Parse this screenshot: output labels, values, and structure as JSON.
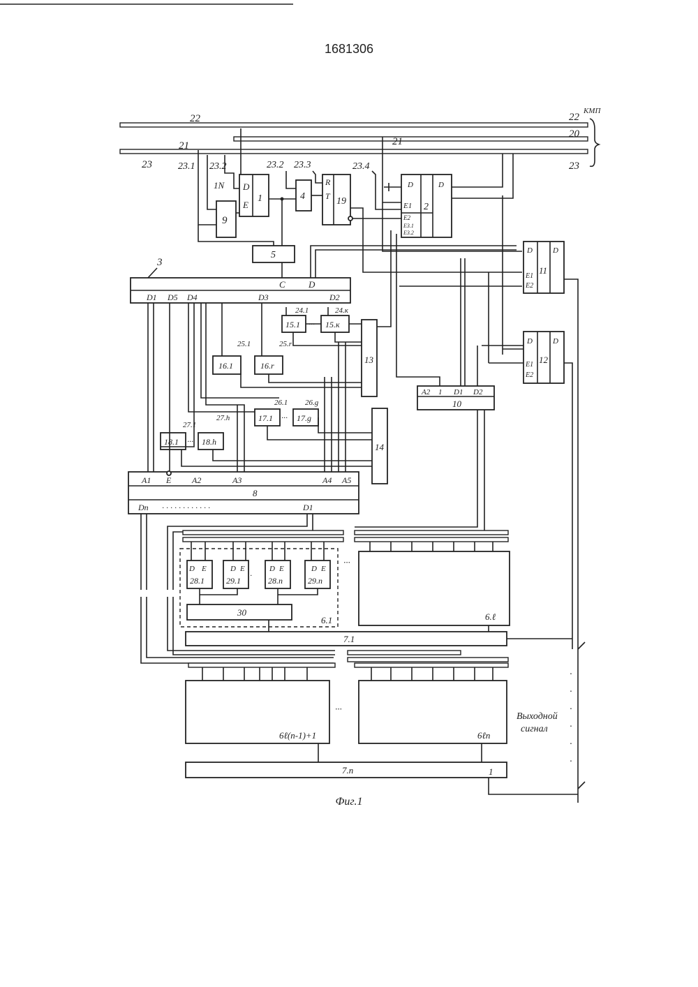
{
  "document": {
    "patent_number": "1681306",
    "caption": "Фиг.1"
  },
  "buses": {
    "top_left_22": "22",
    "top_right_22": "22",
    "kmp": "КМП",
    "b21_mid": "21",
    "b20": "20",
    "b21_left": "21",
    "b23_left": "23",
    "b23_right": "23"
  },
  "inputs": [
    "23.1",
    "23.2",
    "1N",
    "23.2",
    "23.3",
    "23.4"
  ],
  "blocks": {
    "b1": "1",
    "b4": "4",
    "b9": "9",
    "b5": "5",
    "b19": "19",
    "b2": "2",
    "b3": "3",
    "b11": "11",
    "b12": "12",
    "b13": "13",
    "b14": "14",
    "b10": "10",
    "b8": "8",
    "b15_1": "15.1",
    "b15_k": "15.к",
    "b16_1": "16.1",
    "b16_r": "16.r",
    "b17_1": "17.1",
    "b17_g": "17.g",
    "b18_1": "18.1",
    "b18_h": "18.h",
    "b28_1": "28.1",
    "b29_1": "29.1",
    "b28_n": "28.n",
    "b29_n": "29.n",
    "b30": "30",
    "b6_1": "6.1",
    "b6_l": "6.ℓ",
    "b7_1": "7.1",
    "b6_l_n1": "6ℓ(n-1)+1",
    "b6_ln": "6ℓn",
    "b7_n": "7.n",
    "one": "1"
  },
  "labels": {
    "l24_1": "24.1",
    "l24_k": "24.к",
    "l25_1": "25.1",
    "l25_r": "25.r",
    "l26_1": "26.1",
    "l26_g": "26.g",
    "l27_1": "27.1",
    "l27_h": "27.h"
  },
  "ports": {
    "D": "D",
    "E": "E",
    "R": "R",
    "T": "T",
    "C": "C",
    "E1": "E1",
    "E2": "E2",
    "E31": "E3.1",
    "E32": "E3.2",
    "D1": "D1",
    "D5": "D5",
    "D4": "D4",
    "D3": "D3",
    "D2": "D2",
    "A1": "A1",
    "A2": "A2",
    "A3": "A3",
    "A4": "A4",
    "A5": "A5",
    "Dn": "Dn",
    "A2_10": "A2",
    "one_10": "1"
  },
  "output_label": [
    "Выходной",
    "сигнал"
  ]
}
